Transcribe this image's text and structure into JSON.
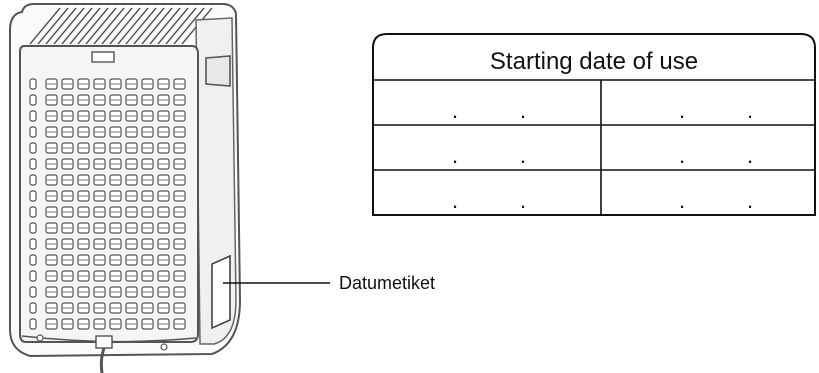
{
  "table": {
    "title": "Starting date of use",
    "rows": 3,
    "columns": 2,
    "date_separator": "."
  },
  "callout": {
    "label": "Datumetiket"
  },
  "colors": {
    "line": "#111111",
    "device_outline": "#555555",
    "device_fill": "#f4f4f4"
  }
}
